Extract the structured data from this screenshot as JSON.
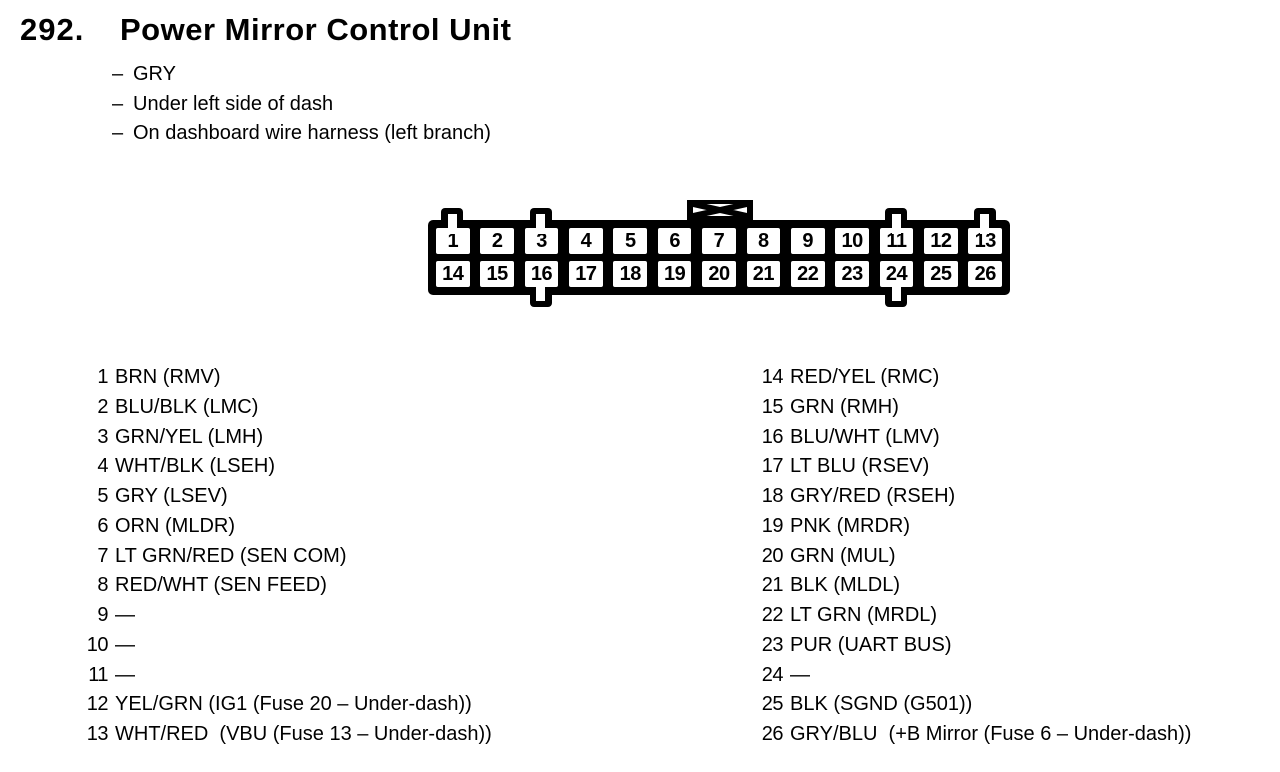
{
  "header": {
    "number": "292.",
    "title": "Power Mirror Control Unit"
  },
  "notes": [
    {
      "dash": "–",
      "text": "GRY"
    },
    {
      "dash": "–",
      "text": "Under left side of dash"
    },
    {
      "dash": "–",
      "text": "On dashboard wire harness (left branch)"
    }
  ],
  "connector": {
    "description": "26-pin connector, top row pins 1-13, bottom row pins 14-26",
    "pins": [
      {
        "n": "1"
      },
      {
        "n": "2"
      },
      {
        "n": "3"
      },
      {
        "n": "4"
      },
      {
        "n": "5"
      },
      {
        "n": "6"
      },
      {
        "n": "7"
      },
      {
        "n": "8"
      },
      {
        "n": "9"
      },
      {
        "n": "10"
      },
      {
        "n": "11"
      },
      {
        "n": "12"
      },
      {
        "n": "13"
      },
      {
        "n": "14"
      },
      {
        "n": "15"
      },
      {
        "n": "16"
      },
      {
        "n": "17"
      },
      {
        "n": "18"
      },
      {
        "n": "19"
      },
      {
        "n": "20"
      },
      {
        "n": "21"
      },
      {
        "n": "22"
      },
      {
        "n": "23"
      },
      {
        "n": "24"
      },
      {
        "n": "25"
      },
      {
        "n": "26"
      }
    ]
  },
  "pins_left": [
    {
      "num": "1",
      "label": "BRN (RMV)"
    },
    {
      "num": "2",
      "label": "BLU/BLK (LMC)"
    },
    {
      "num": "3",
      "label": "GRN/YEL (LMH)"
    },
    {
      "num": "4",
      "label": "WHT/BLK (LSEH)"
    },
    {
      "num": "5",
      "label": "GRY (LSEV)"
    },
    {
      "num": "6",
      "label": "ORN (MLDR)"
    },
    {
      "num": "7",
      "label": "LT GRN/RED (SEN COM)"
    },
    {
      "num": "8",
      "label": "RED/WHT (SEN FEED)"
    },
    {
      "num": "9",
      "label": "—"
    },
    {
      "num": "10",
      "label": "—"
    },
    {
      "num": "11",
      "label": "—"
    },
    {
      "num": "12",
      "label": "YEL/GRN (IG1 (Fuse 20 – Under-dash))"
    },
    {
      "num": "13",
      "label": "WHT/RED  (VBU (Fuse 13 – Under-dash))"
    }
  ],
  "pins_right": [
    {
      "num": "14",
      "label": "RED/YEL (RMC)"
    },
    {
      "num": "15",
      "label": "GRN (RMH)"
    },
    {
      "num": "16",
      "label": "BLU/WHT (LMV)"
    },
    {
      "num": "17",
      "label": "LT BLU (RSEV)"
    },
    {
      "num": "18",
      "label": "GRY/RED (RSEH)"
    },
    {
      "num": "19",
      "label": "PNK (MRDR)"
    },
    {
      "num": "20",
      "label": "GRN (MUL)"
    },
    {
      "num": "21",
      "label": "BLK (MLDL)"
    },
    {
      "num": "22",
      "label": "LT GRN (MRDL)"
    },
    {
      "num": "23",
      "label": "PUR (UART BUS)"
    },
    {
      "num": "24",
      "label": "—"
    },
    {
      "num": "25",
      "label": "BLK (SGND (G501))"
    },
    {
      "num": "26",
      "label": "GRY/BLU  (+B Mirror (Fuse 6 – Under-dash))"
    }
  ]
}
